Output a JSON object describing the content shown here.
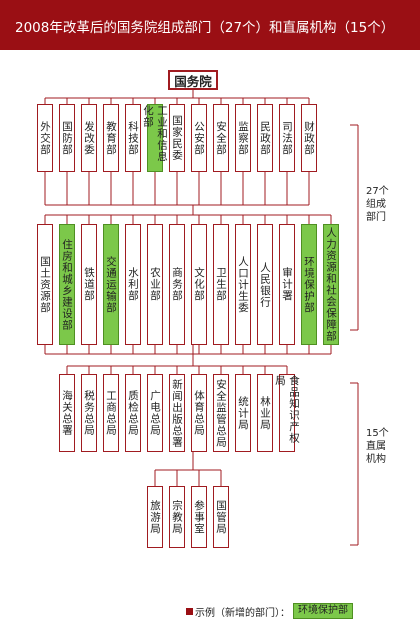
{
  "title": "2008年改革后的国务院组成部门（27个）和直属机构（15个）",
  "root": "国务院",
  "colors": {
    "header": "#9a0f14",
    "line": "#a01b20",
    "new_dept": "#7cc84a"
  },
  "composing_departments": {
    "label": [
      "27个",
      "组成",
      "部门"
    ],
    "row1": [
      {
        "name": "外交部",
        "new": false
      },
      {
        "name": "国防部",
        "new": false
      },
      {
        "name": "发改委",
        "new": false
      },
      {
        "name": "教育部",
        "new": false
      },
      {
        "name": "科技部",
        "new": false
      },
      {
        "name": "工业和信息化部",
        "new": true
      },
      {
        "name": "国家民委",
        "new": false
      },
      {
        "name": "公安部",
        "new": false
      },
      {
        "name": "安全部",
        "new": false
      },
      {
        "name": "监察部",
        "new": false
      },
      {
        "name": "民政部",
        "new": false
      },
      {
        "name": "司法部",
        "new": false
      },
      {
        "name": "财政部",
        "new": false
      }
    ],
    "row2": [
      {
        "name": "国土资源部",
        "new": false
      },
      {
        "name": "住房和城乡建设部",
        "new": true
      },
      {
        "name": "铁道部",
        "new": false
      },
      {
        "name": "交通运输部",
        "new": true
      },
      {
        "name": "水利部",
        "new": false
      },
      {
        "name": "农业部",
        "new": false
      },
      {
        "name": "商务部",
        "new": false
      },
      {
        "name": "文化部",
        "new": false
      },
      {
        "name": "卫生部",
        "new": false
      },
      {
        "name": "人口计生委",
        "new": false
      },
      {
        "name": "人民银行",
        "new": false
      },
      {
        "name": "审计署",
        "new": false
      },
      {
        "name": "环境保护部",
        "new": true
      },
      {
        "name": "人力资源和社会保障部",
        "new": true
      }
    ]
  },
  "direct_agencies": {
    "label": [
      "15个",
      "直属",
      "机构"
    ],
    "row3": [
      {
        "name": "海关总署",
        "new": false
      },
      {
        "name": "税务总局",
        "new": false
      },
      {
        "name": "工商总局",
        "new": false
      },
      {
        "name": "质检总局",
        "new": false
      },
      {
        "name": "广电总局",
        "new": false
      },
      {
        "name": "新闻出版总署",
        "new": false
      },
      {
        "name": "体育总局",
        "new": false
      },
      {
        "name": "安全监管总局",
        "new": false
      },
      {
        "name": "统计局",
        "new": false
      },
      {
        "name": "林业局",
        "new": false
      },
      {
        "name": "食品知识产权局",
        "new": false
      }
    ],
    "row4": [
      {
        "name": "旅游局",
        "new": false
      },
      {
        "name": "宗教局",
        "new": false
      },
      {
        "name": "参事室",
        "new": false
      },
      {
        "name": "国管局",
        "new": false
      }
    ]
  },
  "legend": {
    "label": "示例（新增的部门）：",
    "sample": "环境保护部"
  }
}
